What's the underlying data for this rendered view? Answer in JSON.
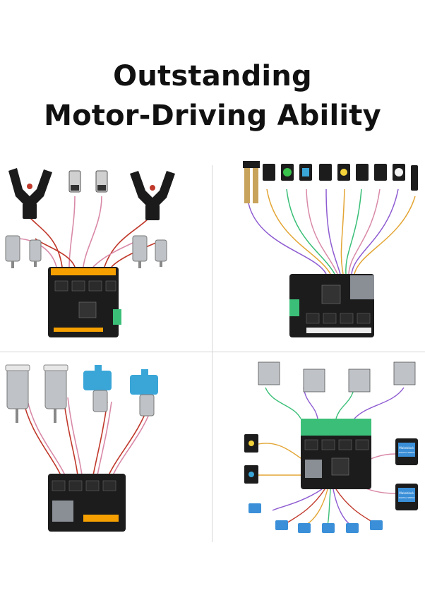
{
  "title": {
    "line1": "Outstanding",
    "line2": "Motor-Driving Ability"
  },
  "module_label": "Makeblock",
  "module_sublabel": "DIGITAL SERVO",
  "colors": {
    "board": "#1c1c1c",
    "terminal_green": "#3bbf78",
    "terminal_orange": "#f5a000",
    "water_pump": "#3aa6d8",
    "servo": "#3a8fd8",
    "gripper": "#1b1b1b"
  }
}
